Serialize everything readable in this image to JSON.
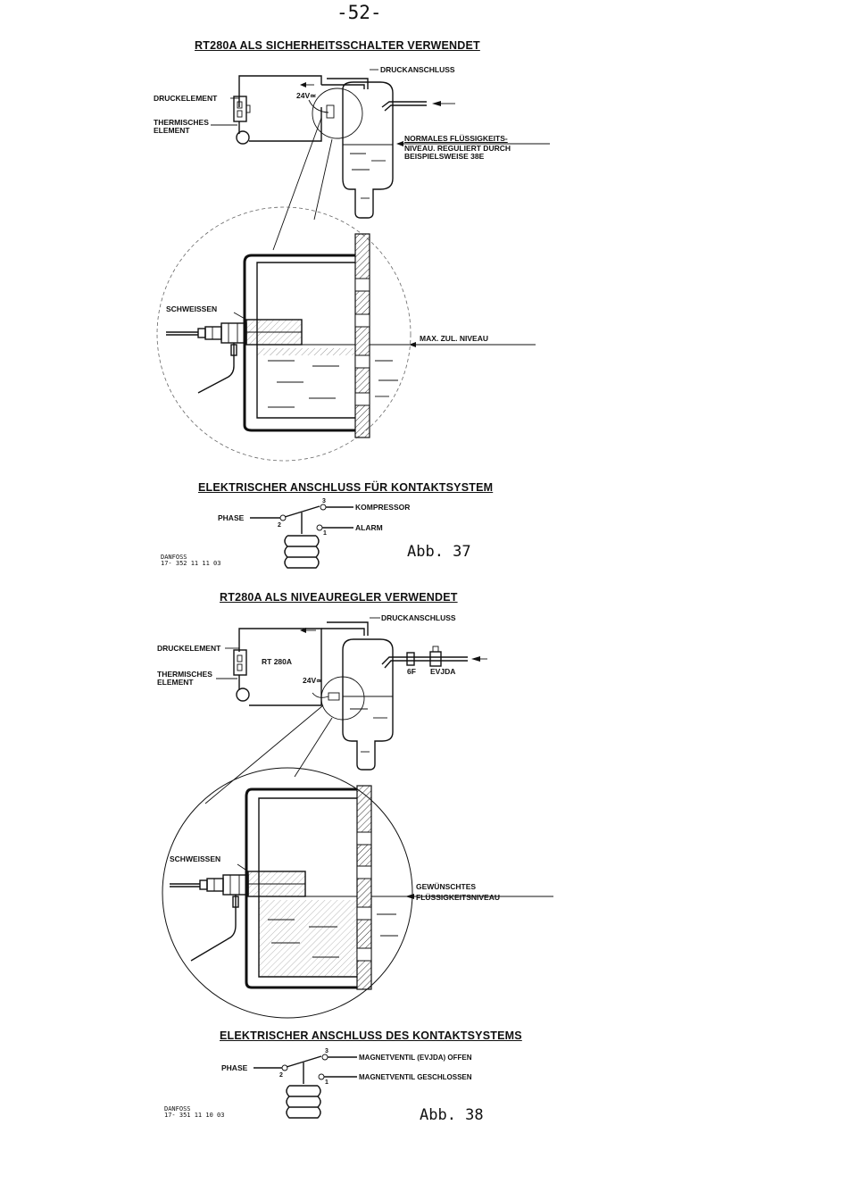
{
  "page_number": "-52-",
  "fig1": {
    "title": "RT280A ALS SICHERHEITSSCHALTER VERWENDET",
    "druckanschluss": "DRUCKANSCHLUSS",
    "druckelement": "DRUCKELEMENT",
    "thermisches_1": "THERMISCHES",
    "thermisches_2": "ELEMENT",
    "voltage": "24V≃",
    "niveau_1": "NORMALES FLÜSSIGKEITS-",
    "niveau_2": "NIVEAU. REGULIERT DURCH",
    "niveau_3": "BEISPIELSWEISE 38E",
    "schweissen": "SCHWEISSEN",
    "max_niveau": "MAX. ZUL. NIVEAU",
    "elec_title": "ELEKTRISCHER ANSCHLUSS FÜR KONTAKTSYSTEM",
    "phase": "PHASE",
    "kompressor": "KOMPRESSOR",
    "alarm": "ALARM",
    "n1": "1",
    "n2": "2",
    "n3": "3",
    "danfoss": "DANFOSS",
    "code": "17- 352 11 11 03",
    "caption": "Abb. 37"
  },
  "fig2": {
    "title": "RT280A ALS NIVEAUREGLER VERWENDET",
    "druckanschluss": "DRUCKANSCHLUSS",
    "druckelement": "DRUCKELEMENT",
    "rt280a": "RT 280A",
    "thermisches_1": "THERMISCHES",
    "thermisches_2": "ELEMENT",
    "voltage": "24V≃",
    "valve_6f": "6F",
    "valve_evjda": "EVJDA",
    "schweissen": "SCHWEISSEN",
    "gewuenscht_1": "GEWÜNSCHTES",
    "gewuenscht_2": "FLÜSSIGKEITSNIVEAU",
    "elec_title": "ELEKTRISCHER ANSCHLUSS DES KONTAKTSYSTEMS",
    "phase": "PHASE",
    "offen": "MAGNETVENTIL (EVJDA) OFFEN",
    "geschlossen": "MAGNETVENTIL GESCHLOSSEN",
    "n1": "1",
    "n2": "2",
    "n3": "3",
    "danfoss": "DANFOSS",
    "code": "17- 351 11 10 03",
    "caption": "Abb. 38"
  }
}
